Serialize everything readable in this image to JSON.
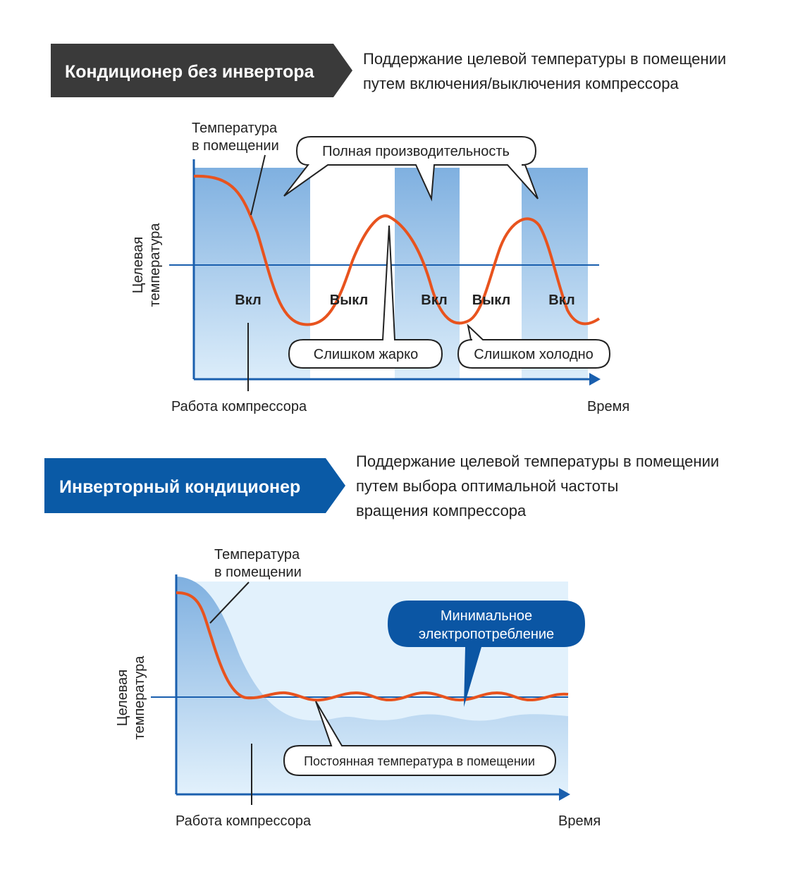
{
  "section1": {
    "header": "Кондиционер без инвертора",
    "header_color": "#3a3a3a",
    "desc_lines": [
      "Поддержание целевой температуры в помещении",
      "путем включения/выключения компрессора"
    ],
    "room_temp_lines": [
      "Температура",
      "в помещении"
    ],
    "full_capacity": "Полная производительность",
    "y_label_lines": [
      "Целевая",
      "температура"
    ],
    "states": [
      "Вкл",
      "Выкл",
      "Вкл",
      "Выкл",
      "Вкл"
    ],
    "too_hot": "Слишком жарко",
    "too_cold": "Слишком холодно",
    "compressor": "Работа компрессора",
    "time": "Время"
  },
  "section2": {
    "header": "Инверторный кондиционер",
    "header_color": "#0a5aa6",
    "desc_lines": [
      "Поддержание целевой температуры в помещении",
      "путем выбора оптимальной частоты",
      "вращения компрессора"
    ],
    "room_temp_lines": [
      "Температура",
      "в помещении"
    ],
    "min_power_lines": [
      "Минимальное",
      "электропотребление"
    ],
    "y_label_lines": [
      "Целевая",
      "температура"
    ],
    "constant_temp": "Постоянная температура в помещении",
    "compressor": "Работа компрессора",
    "time": "Время"
  },
  "colors": {
    "curve": "#e8531e",
    "axis": "#1a5fae",
    "fill_dark": "#7fb0e0",
    "fill_light": "#ddeefa",
    "bubble_dark": "#0b56a4"
  }
}
